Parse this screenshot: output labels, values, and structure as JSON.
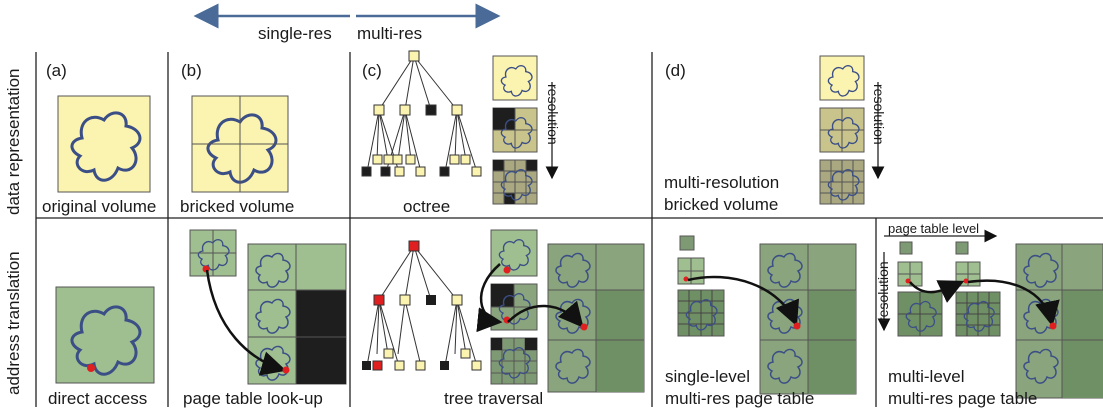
{
  "header": {
    "left_arrow_label": "single-res",
    "right_arrow_label": "multi-res"
  },
  "rows": {
    "top": "data representation",
    "bottom": "address translation"
  },
  "panels": {
    "a": {
      "letter": "(a)",
      "top_caption": "original volume",
      "bottom_caption": "direct access"
    },
    "b": {
      "letter": "(b)",
      "top_caption": "bricked volume",
      "bottom_caption": "page table look-up"
    },
    "c": {
      "letter": "(c)",
      "top_caption": "octree",
      "resolution": "resolution",
      "bottom_caption": "tree traversal"
    },
    "d": {
      "letter": "(d)",
      "top_caption_1": "multi-resolution",
      "top_caption_2": "bricked volume",
      "resolution": "resolution",
      "bottom_left_1": "single-level",
      "bottom_left_2": "multi-res page table",
      "bottom_right_1": "multi-level",
      "bottom_right_2": "multi-res page table",
      "page_table_level": "page table level",
      "resolution_2": "resolution"
    }
  },
  "colors": {
    "volume_yellow": "#fbf3b0",
    "page_green": "#9fbf90",
    "dark_green": "#6f8f65",
    "curve_blue": "#3b4f86",
    "pointer_red": "#e02020",
    "arrow_blue": "#4a6a98",
    "empty_black": "#1e1e1e",
    "olive": "#bcbd8a"
  }
}
